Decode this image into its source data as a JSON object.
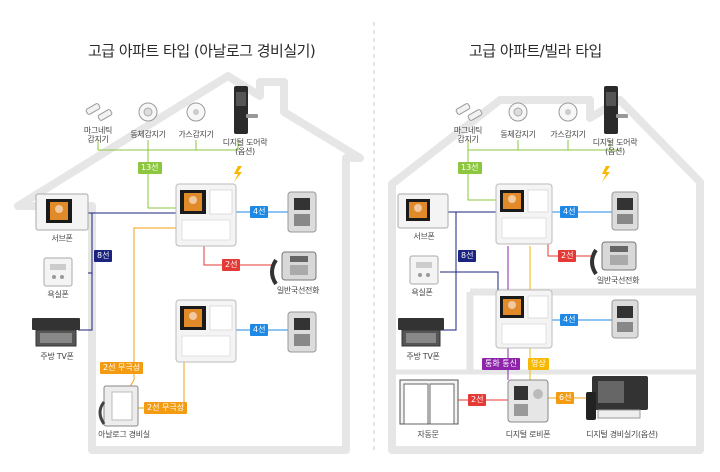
{
  "colors": {
    "house": "#e6e6e6",
    "green": "#8dc63f",
    "blue": "#1e88e5",
    "red": "#e53935",
    "navy": "#1a237e",
    "orange": "#f39c12",
    "purple": "#8e24aa",
    "yellow": "#f6b800",
    "divider": "#c8c8c8"
  },
  "left": {
    "title": "고급 아파트 타입 (아날로그 경비실기)",
    "sensors": {
      "magnetic": "마그네틱\n감지기",
      "body": "동체감지기",
      "gas": "가스감지기",
      "doorlock": "디지털 도어락\n(옵션)"
    },
    "devices": {
      "subphone": "서브폰",
      "bathphone": "욕실폰",
      "kitchen_tv": "주방 TV폰",
      "guardroom": "아날로그 경비실",
      "phone": "일반국선전화"
    },
    "badges": {
      "wire13": "13선",
      "wire4a": "4선",
      "wire2": "2선",
      "wire8": "8선",
      "wire4b": "4선",
      "wire2pol_a": "2선 무극성",
      "wire2pol_b": "2선 무극성"
    }
  },
  "right": {
    "title": "고급 아파트/빌라 타입",
    "sensors": {
      "magnetic": "마그네틱\n감지기",
      "body": "동체감지기",
      "gas": "가스감지기",
      "doorlock": "디지털 도어락\n(옵션)"
    },
    "devices": {
      "subphone": "서브폰",
      "bathphone": "욕실폰",
      "kitchen_tv": "주방 TV폰",
      "phone": "일반국선전화",
      "autodoor": "자동문",
      "lobbyphone": "디지털 로비폰",
      "guardroom": "디지털 경비실기(옵션)"
    },
    "badges": {
      "wire13": "13선",
      "wire4a": "4선",
      "wire2": "2선",
      "wire8": "8선",
      "wire4b": "4선",
      "call": "통화 통신",
      "video": "영상",
      "wire2door": "2선",
      "wire6": "6선"
    }
  }
}
